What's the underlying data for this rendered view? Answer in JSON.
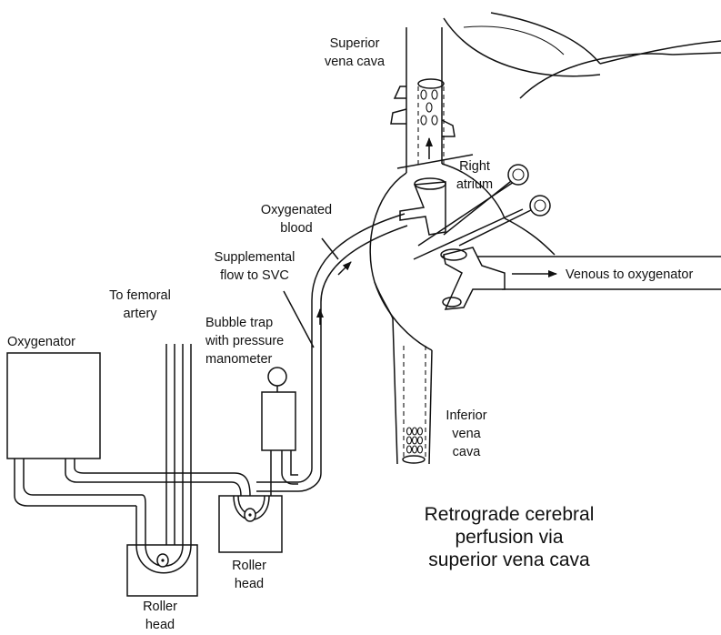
{
  "labels": {
    "superior_vena_cava": [
      "Superior",
      "vena cava"
    ],
    "right_atrium": [
      "Right",
      "atrium"
    ],
    "oxygenated_blood": [
      "Oxygenated",
      "blood"
    ],
    "supplemental_flow": [
      "Supplemental",
      "flow to SVC"
    ],
    "venous_to_oxygenator": "Venous to oxygenator",
    "to_femoral_artery": [
      "To femoral",
      "artery"
    ],
    "bubble_trap": [
      "Bubble trap",
      "with pressure",
      "manometer"
    ],
    "oxygenator": "Oxygenator",
    "inferior_vena_cava": [
      "Inferior",
      "vena",
      "cava"
    ],
    "roller_head_right": [
      "Roller",
      "head"
    ],
    "roller_head_bottom": [
      "Roller",
      "head"
    ]
  },
  "title": [
    "Retrograde cerebral",
    "perfusion via",
    "superior vena cava"
  ]
}
